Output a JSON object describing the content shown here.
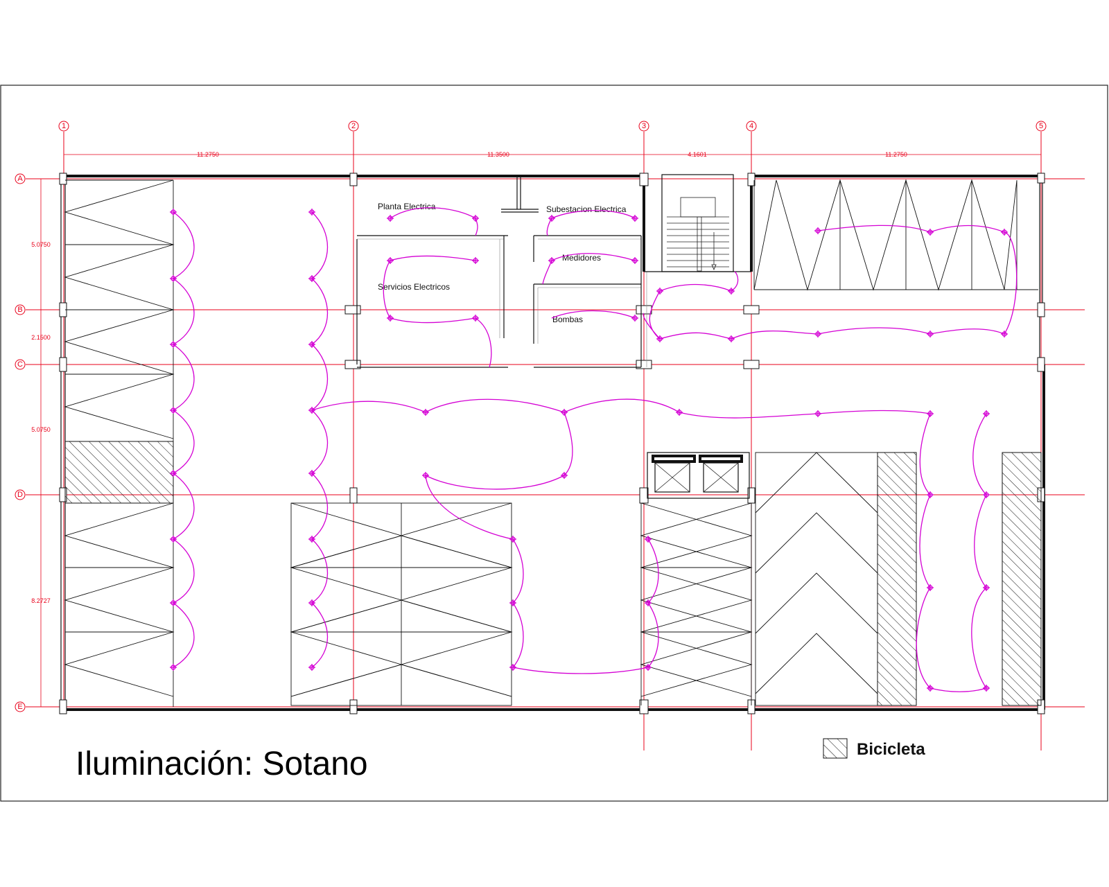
{
  "title": "Iluminación:  Sotano",
  "legend": {
    "label": "Bicicleta",
    "icon": "hatch-pattern-icon"
  },
  "grid": {
    "columns": [
      "1",
      "2",
      "3",
      "4",
      "5"
    ],
    "rows": [
      "A",
      "B",
      "C",
      "D",
      "E"
    ]
  },
  "dimensions": {
    "horizontal": [
      "11.2750",
      "11.3500",
      "4.1601",
      "11.2750"
    ],
    "vertical": [
      "5.0750",
      "2.1500",
      "5.0750",
      "8.2727"
    ]
  },
  "rooms": {
    "planta": "Planta Electrica",
    "subestacion": "Subestacion Electrica",
    "medidores": "Medidores",
    "servicios": "Servicios Electricos",
    "bombas": "Bombas"
  },
  "colors": {
    "grid": "#e8001a",
    "lighting_circuit": "#d400d4",
    "walls": "#111111"
  }
}
